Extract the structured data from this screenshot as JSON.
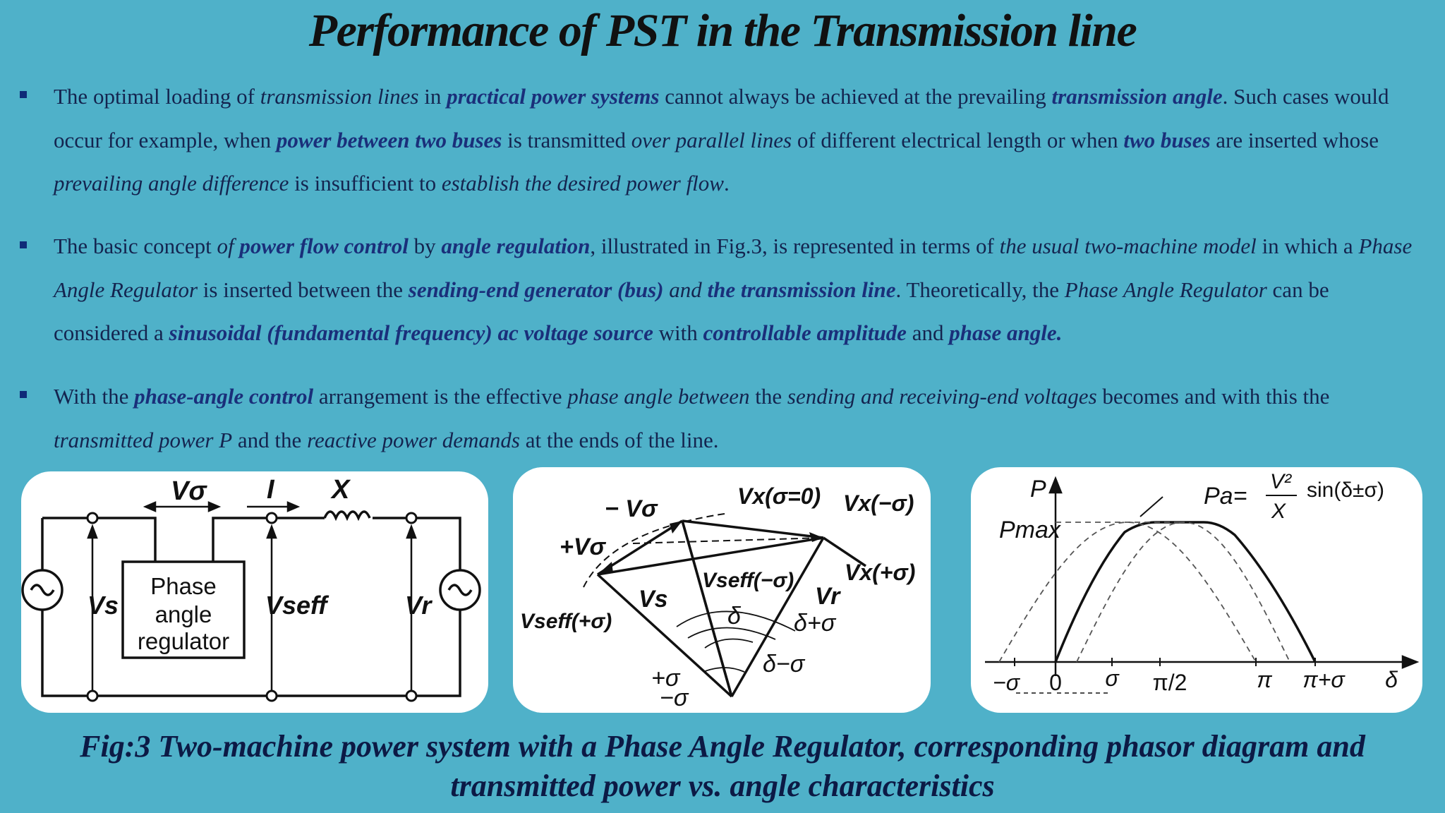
{
  "title": "Performance of PST in the Transmission line",
  "bullets": [
    {
      "segments": [
        {
          "t": "The optimal loading of ",
          "s": "n"
        },
        {
          "t": "transmission lines",
          "s": "i"
        },
        {
          "t": " in ",
          "s": "n"
        },
        {
          "t": "practical power systems",
          "s": "bi"
        },
        {
          "t": " cannot always be achieved at the prevailing ",
          "s": "n"
        },
        {
          "t": "transmission angle",
          "s": "bi"
        },
        {
          "t": ". Such cases would occur for example, when ",
          "s": "n"
        },
        {
          "t": "power between two buses",
          "s": "bi"
        },
        {
          "t": " is transmitted ",
          "s": "n"
        },
        {
          "t": "over parallel lines",
          "s": "i"
        },
        {
          "t": " of different electrical length or when ",
          "s": "n"
        },
        {
          "t": "two buses",
          "s": "bi"
        },
        {
          "t": " are inserted whose ",
          "s": "n"
        },
        {
          "t": "prevailing angle difference",
          "s": "i"
        },
        {
          "t": " is insufficient to ",
          "s": "n"
        },
        {
          "t": "establish the desired power flow",
          "s": "i"
        },
        {
          "t": ".",
          "s": "n"
        }
      ]
    },
    {
      "segments": [
        {
          "t": " The basic concept ",
          "s": "n"
        },
        {
          "t": "of ",
          "s": "i"
        },
        {
          "t": "power flow control",
          "s": "bi"
        },
        {
          "t": " by ",
          "s": "n"
        },
        {
          "t": "angle regulation",
          "s": "bi"
        },
        {
          "t": ", illustrated in Fig.3, is represented in terms of ",
          "s": "n"
        },
        {
          "t": "the usual two-machine model",
          "s": "i"
        },
        {
          "t": " in which a ",
          "s": "n"
        },
        {
          "t": "Phase Angle Regulator",
          "s": "i"
        },
        {
          "t": " is inserted between the ",
          "s": "n"
        },
        {
          "t": "sending-end generator (bus)",
          "s": "bi"
        },
        {
          "t": " and ",
          "s": "i"
        },
        {
          "t": "the transmission line",
          "s": "bi"
        },
        {
          "t": ". Theoretically, the ",
          "s": "n"
        },
        {
          "t": "Phase Angle Regulator",
          "s": "i"
        },
        {
          "t": " can be considered a ",
          "s": "n"
        },
        {
          "t": "sinusoidal (fundamental frequency) ac voltage source",
          "s": "bi"
        },
        {
          "t": " with ",
          "s": "n"
        },
        {
          "t": "controllable amplitude",
          "s": "bi"
        },
        {
          "t": " and ",
          "s": "n"
        },
        {
          "t": "phase angle.",
          "s": "bi"
        }
      ]
    },
    {
      "segments": [
        {
          "t": " With the ",
          "s": "n"
        },
        {
          "t": "phase-angle control",
          "s": "bi"
        },
        {
          "t": " arrangement is the effective ",
          "s": "n"
        },
        {
          "t": "phase angle between",
          "s": "i"
        },
        {
          "t": " the ",
          "s": "n"
        },
        {
          "t": "sending and receiving-end voltages",
          "s": "i"
        },
        {
          "t": " becomes and with this the ",
          "s": "n"
        },
        {
          "t": "transmitted power P",
          "s": "i"
        },
        {
          "t": " and the ",
          "s": "n"
        },
        {
          "t": "reactive power demands",
          "s": "i"
        },
        {
          "t": " at the ends of the line.",
          "s": "n"
        }
      ]
    }
  ],
  "circuit": {
    "v_sigma": "Vσ",
    "current": "I",
    "reactance": "X",
    "vs": "Vs",
    "vseff": "Vseff",
    "vr": "Vr",
    "box_lines": [
      "Phase",
      "angle",
      "regulator"
    ]
  },
  "phasor": {
    "minus_vsigma": "− Vσ",
    "plus_vsigma": "+Vσ",
    "vx0": "Vx(σ=0)",
    "vx_minus": "Vx(−σ)",
    "vx_plus": "Vx(+σ)",
    "vseff_minus": "Vseff(−σ)",
    "vseff_plus": "Vseff(+σ)",
    "vs": "Vs",
    "vr": "Vr",
    "delta": "δ",
    "delta_plus": "δ+σ",
    "delta_minus": "δ−σ",
    "plus_sigma": "+σ",
    "minus_sigma": "−σ"
  },
  "powerplot": {
    "p_axis": "P",
    "pmax": "Pmax",
    "formula_lhs": "Pa=",
    "formula_num": "V²",
    "formula_den": "X",
    "formula_rhs": "sin(δ±σ)",
    "ticks": [
      "−σ",
      "0",
      "σ",
      "π/2",
      "π",
      "π+σ",
      "δ"
    ]
  },
  "caption_lines": [
    "Fig:3  Two-machine power system with a Phase Angle Regulator, corresponding phasor diagram and",
    "transmitted power vs. angle characteristics"
  ]
}
